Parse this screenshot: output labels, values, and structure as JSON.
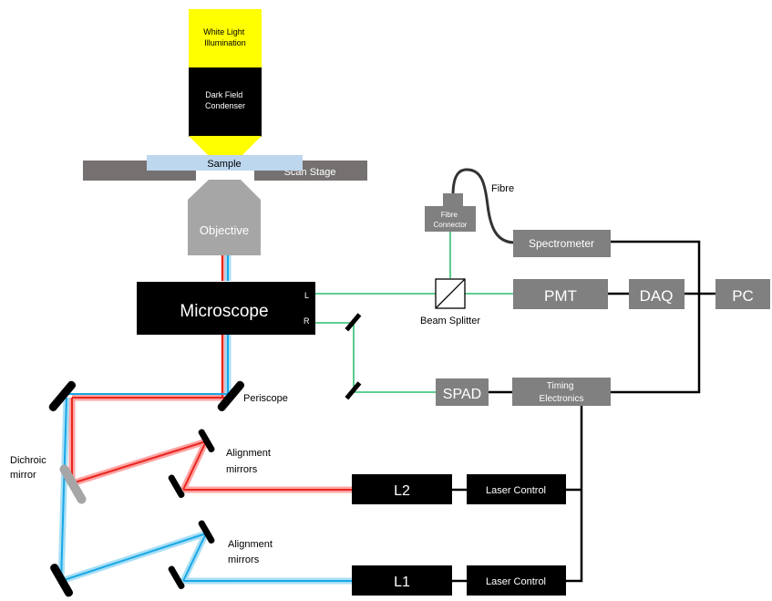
{
  "labels": {
    "white_light": [
      "White Light",
      "Illumination"
    ],
    "dark_field": [
      "Dark Field",
      "Condenser"
    ],
    "sample": "Sample",
    "scan_stage": "Scan Stage",
    "objective": "Objective",
    "fibre": "Fibre",
    "fibre_connector": [
      "Fibre",
      "Connector"
    ],
    "spectrometer": "Spectrometer",
    "microscope": "Microscope",
    "port_l": "L",
    "port_r": "R",
    "beam_splitter": "Beam Splitter",
    "pmt": "PMT",
    "daq": "DAQ",
    "pc": "PC",
    "spad": "SPAD",
    "timing": [
      "Timing",
      "Electronics"
    ],
    "periscope": "Periscope",
    "alignment_upper": [
      "Alignment",
      "mirrors"
    ],
    "alignment_lower": [
      "Alignment",
      "mirrors"
    ],
    "dichroic": [
      "Dichroic",
      "mirror"
    ],
    "l2": "L2",
    "l1": "L1",
    "laser_control_l2": "Laser Control",
    "laser_control_l1": "Laser Control"
  },
  "colors": {
    "illumination": "#ffff00",
    "box_dark": "#000000",
    "box_grey": "#808080",
    "stage": "#767171",
    "sample": "#bdd7ee",
    "red_beam": "#ff0000",
    "blue_beam": "#00b0f0",
    "green_path": "#00b050"
  }
}
